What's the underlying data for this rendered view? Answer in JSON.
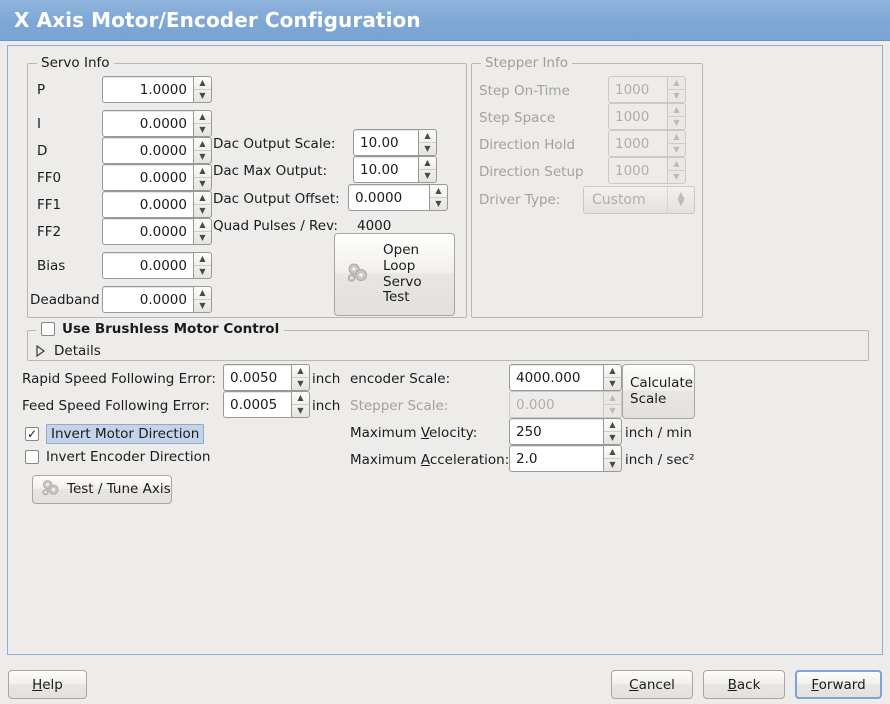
{
  "window": {
    "title": "X Axis Motor/Encoder Configuration"
  },
  "servo": {
    "group_label": "Servo Info",
    "fields": [
      {
        "label": "P",
        "value": "1.0000"
      },
      {
        "label": "I",
        "value": "0.0000"
      },
      {
        "label": "D",
        "value": "0.0000"
      },
      {
        "label": "FF0",
        "value": "0.0000"
      },
      {
        "label": "FF1",
        "value": "0.0000"
      },
      {
        "label": "FF2",
        "value": "0.0000"
      },
      {
        "label": "Bias",
        "value": "0.0000"
      },
      {
        "label": "Deadband",
        "value": "0.0000"
      }
    ],
    "dac": [
      {
        "label": "Dac Output Scale:",
        "value": "10.00"
      },
      {
        "label": "Dac Max Output:",
        "value": "10.00"
      },
      {
        "label": "Dac Output Offset:",
        "value": "0.0000"
      }
    ],
    "quad_label": "Quad Pulses / Rev:",
    "quad_value": "4000",
    "open_loop_button": "Open\nLoop\nServo\nTest"
  },
  "stepper": {
    "group_label": "Stepper Info",
    "fields": [
      {
        "label": "Step On-Time",
        "value": "1000"
      },
      {
        "label": "Step Space",
        "value": "1000"
      },
      {
        "label": "Direction Hold",
        "value": "1000"
      },
      {
        "label": "Direction Setup",
        "value": "1000"
      }
    ],
    "driver_type_label": "Driver Type:",
    "driver_type_value": "Custom"
  },
  "brushless": {
    "checkbox_label": "Use Brushless Motor Control",
    "checked": false,
    "details_label": "Details",
    "expanded": false
  },
  "errors": {
    "rapid_label": "Rapid Speed Following Error:",
    "rapid_value": "0.0050",
    "rapid_unit": "inch",
    "feed_label": "Feed Speed Following Error:",
    "feed_value": "0.0005",
    "feed_unit": "inch"
  },
  "inverts": {
    "motor_label": "Invert Motor Direction",
    "motor_checked": true,
    "encoder_label": "Invert Encoder Direction",
    "encoder_checked": false
  },
  "test_tune_button": "Test / Tune Axis",
  "scales": {
    "encoder_label": "encoder Scale:",
    "encoder_value": "4000.000",
    "stepper_label": "Stepper Scale:",
    "stepper_value": "0.000",
    "stepper_disabled": true,
    "calculate_button": "Calculate\nScale",
    "maxvel_label_pre": "Maximum ",
    "maxvel_label_key": "V",
    "maxvel_label_post": "elocity:",
    "maxvel_value": "250",
    "maxvel_unit": "inch / min",
    "maxacc_label_pre": "Maximum ",
    "maxacc_label_key": "A",
    "maxacc_label_post": "cceleration:",
    "maxacc_value": "2.0",
    "maxacc_unit": "inch / sec²"
  },
  "footer": {
    "help": {
      "pre": "",
      "key": "H",
      "post": "elp"
    },
    "cancel": {
      "pre": "",
      "key": "C",
      "post": "ancel"
    },
    "back": {
      "pre": "",
      "key": "B",
      "post": "ack"
    },
    "forward": {
      "pre": "",
      "key": "F",
      "post": "orward"
    }
  },
  "colors": {
    "title_blue": "#7ea7d6",
    "panel_border": "#8fb0d6",
    "bg": "#edecea",
    "focus_blue": "#7ba3d4",
    "selection": "#c3d4ea"
  }
}
